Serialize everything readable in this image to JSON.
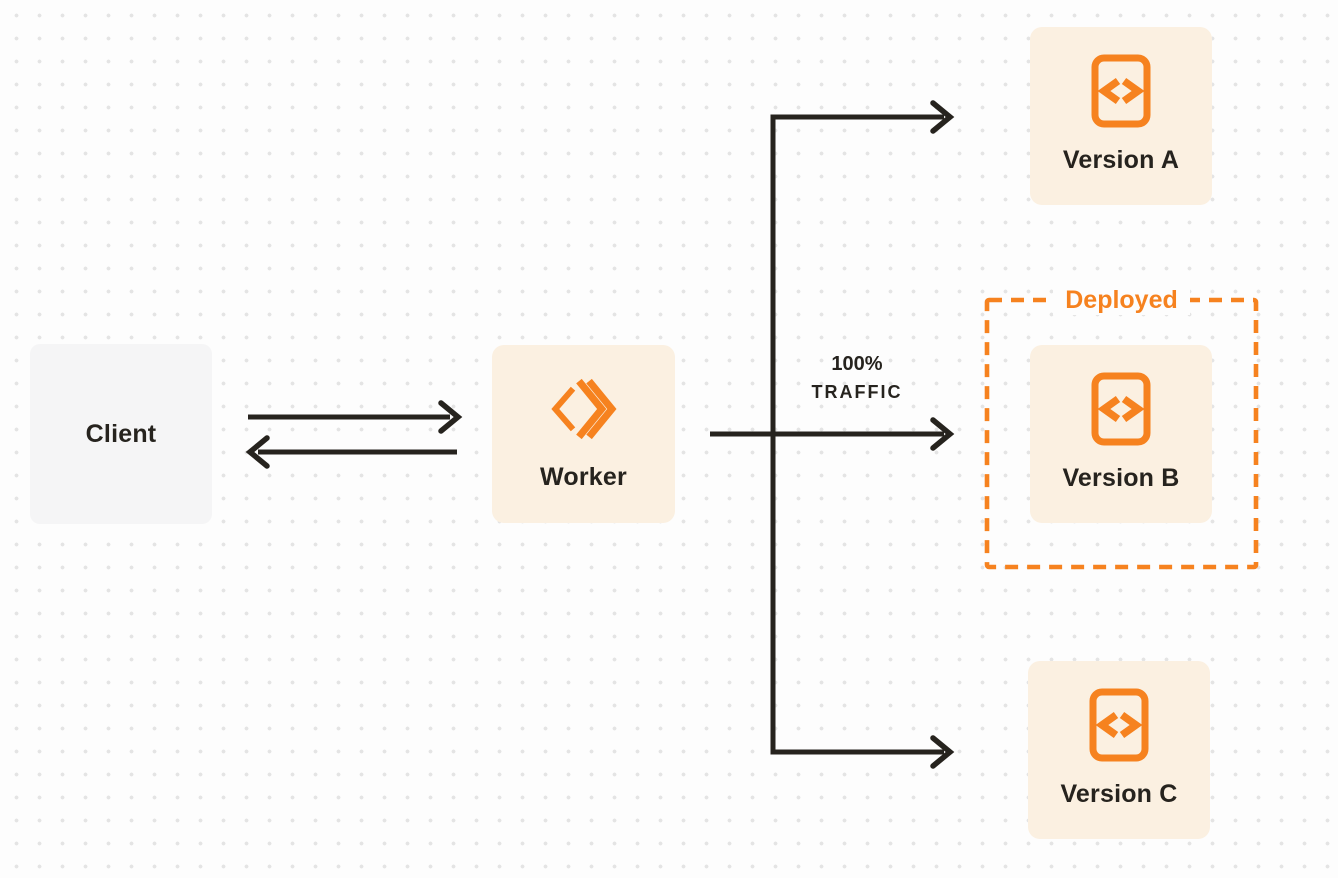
{
  "diagram": {
    "nodes": {
      "client": {
        "label": "Client"
      },
      "worker": {
        "label": "Worker",
        "icon": "cloudflare-workers-icon"
      },
      "versions": [
        {
          "label": "Version A",
          "icon": "code-file-icon"
        },
        {
          "label": "Version B",
          "icon": "code-file-icon",
          "enclosed_by": "Deployed"
        },
        {
          "label": "Version C",
          "icon": "code-file-icon"
        }
      ]
    },
    "annotations": {
      "deployed_badge": "Deployed",
      "traffic_label": {
        "line1": "100%",
        "line2": "TRAFFIC"
      }
    },
    "edges": [
      "client-to-worker",
      "worker-to-client",
      "worker-to-version-a",
      "worker-to-version-b-100-percent-traffic",
      "worker-to-version-c"
    ],
    "colors": {
      "accent_orange": "#f6821f",
      "arrow_and_text_dark": "#26231e",
      "node_cream_bg": "#fbf0e1",
      "node_gray_bg": "#f5f5f6",
      "canvas_bg": "#fdfdfd",
      "dot_grid": "#e4e4e4"
    }
  }
}
